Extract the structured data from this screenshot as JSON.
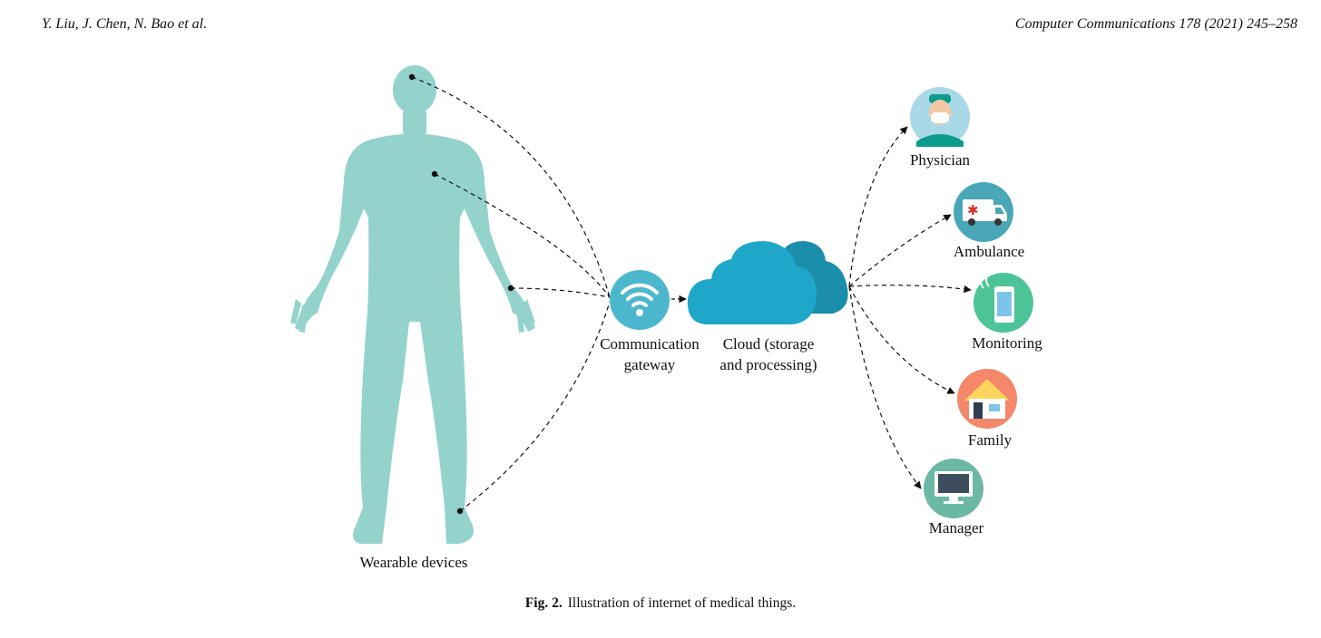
{
  "header": {
    "authors": "Y. Liu, J. Chen, N. Bao et al.",
    "journal": "Computer Communications 178 (2021) 245–258"
  },
  "figure": {
    "wearable_label": "Wearable devices",
    "gateway_label": [
      "Communication",
      "gateway"
    ],
    "cloud_label": [
      "Cloud (storage",
      "and processing)"
    ],
    "endpoints": [
      {
        "label": "Physician",
        "icon": "physician-icon",
        "color": "#a9d8e6"
      },
      {
        "label": "Ambulance",
        "icon": "ambulance-icon",
        "color": "#4aa7b8"
      },
      {
        "label": "Monitoring",
        "icon": "smartphone-icon",
        "color": "#4cc498"
      },
      {
        "label": "Family",
        "icon": "house-icon",
        "color": "#f5876a"
      },
      {
        "label": "Manager",
        "icon": "monitor-icon",
        "color": "#6cb8a5"
      }
    ],
    "colors": {
      "body": "#93d3cc",
      "gateway": "#4bb7cc",
      "cloud_front": "#1ea7c9",
      "cloud_back": "#1a8eaa"
    }
  },
  "caption": {
    "number": "Fig. 2.",
    "text": "Illustration of internet of medical things."
  }
}
